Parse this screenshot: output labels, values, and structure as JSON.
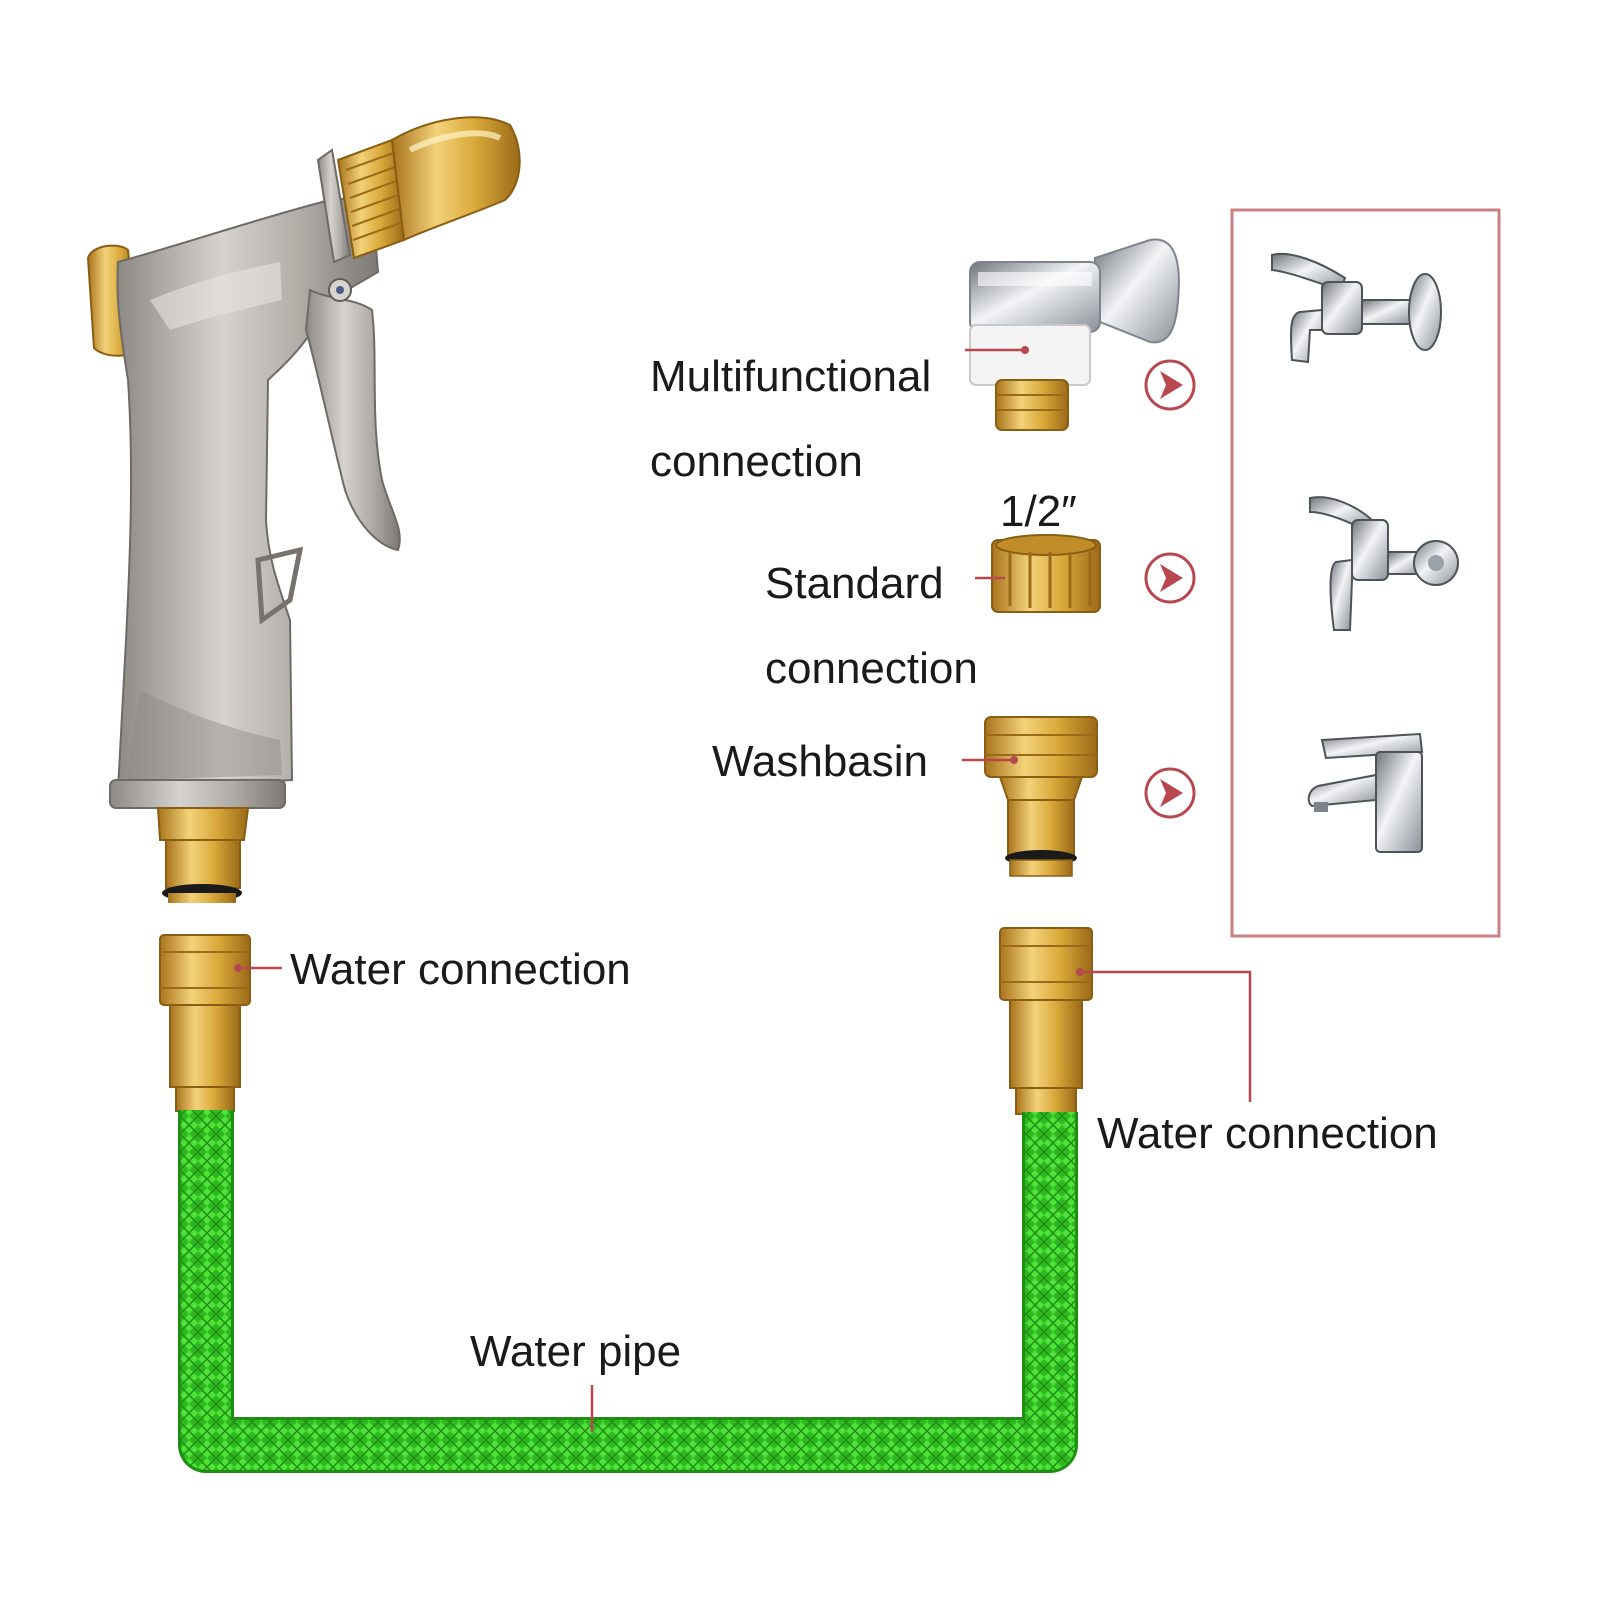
{
  "labels": {
    "multifunctional_line1": "Multifunctional",
    "multifunctional_line2": "connection",
    "half_inch": "1/2″",
    "standard_line1": "Standard",
    "standard_line2": "connection",
    "washbasin": "Washbasin",
    "water_connection_left": "Water connection",
    "water_connection_right": "Water connection",
    "water_pipe": "Water pipe"
  },
  "colors": {
    "accent_red": "#b8484f",
    "brass": "#d9a93a",
    "hose_green": "#34c724",
    "silver": "#a9a4a0"
  }
}
